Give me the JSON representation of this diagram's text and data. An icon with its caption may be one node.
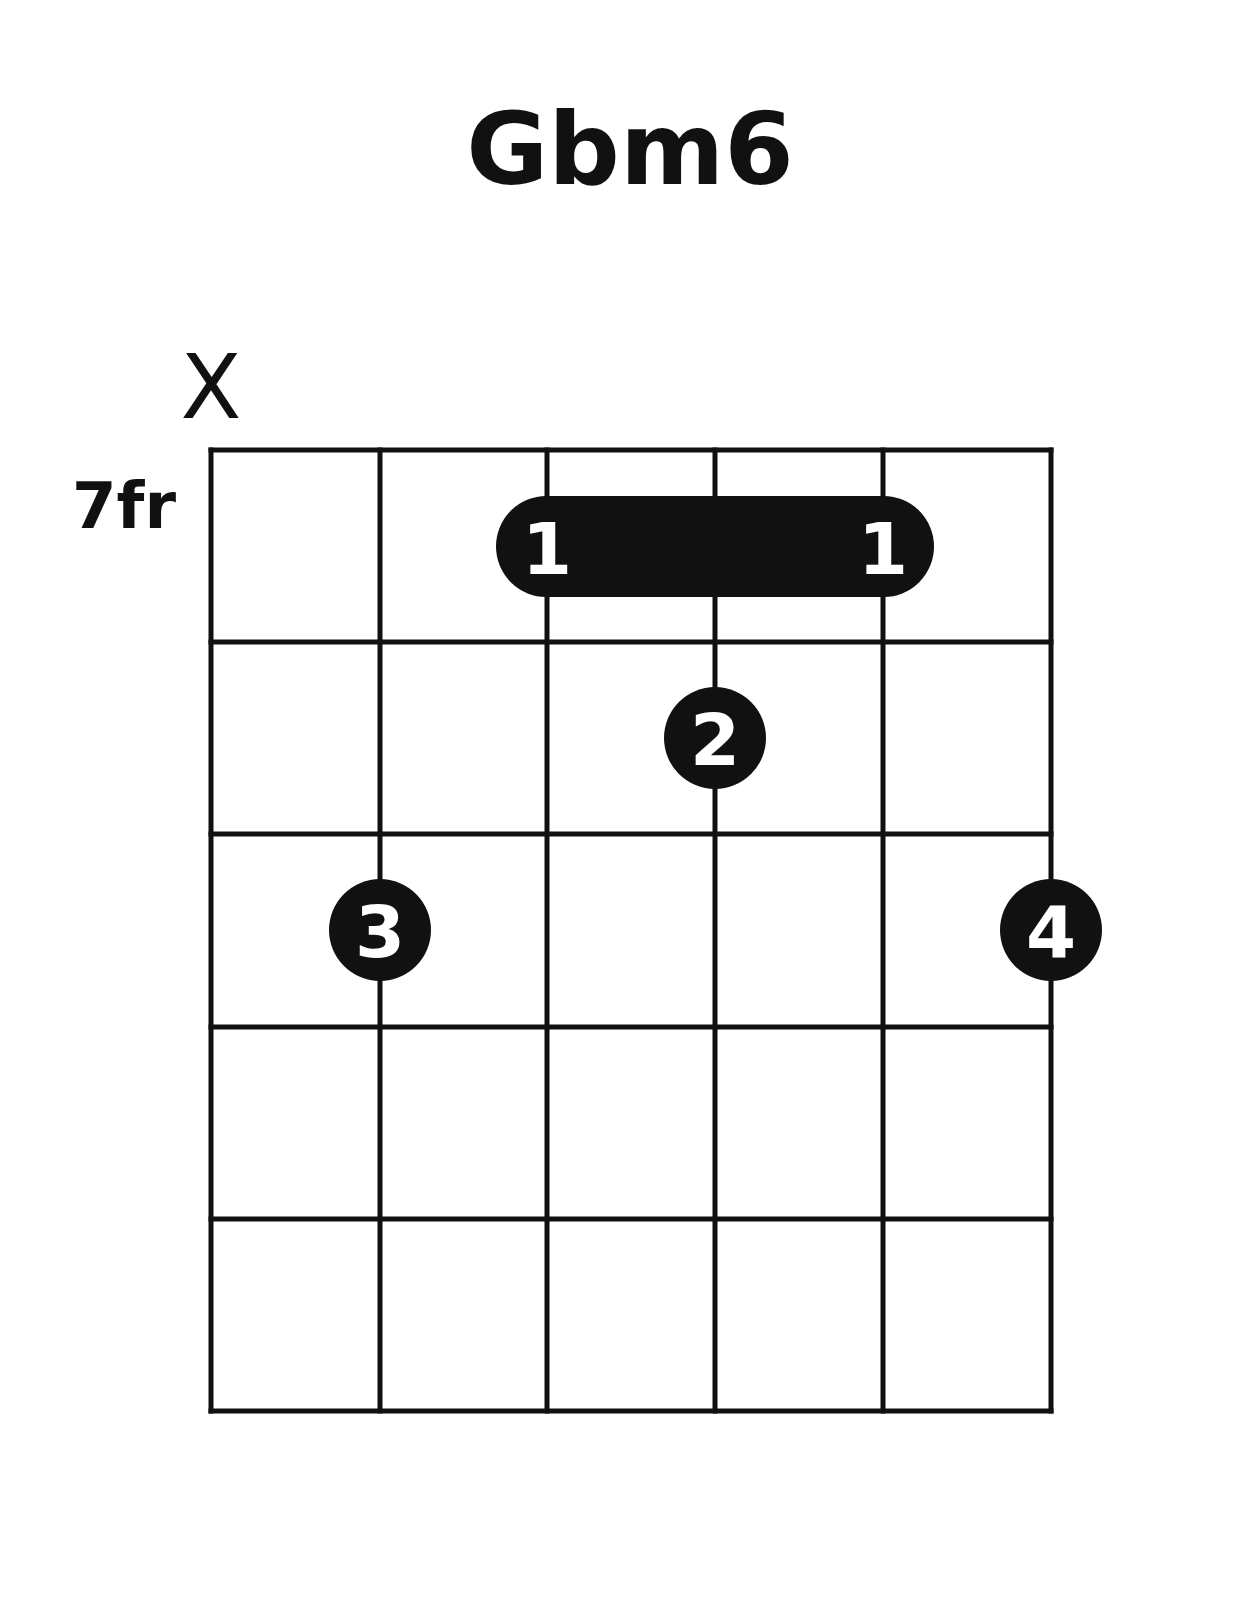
{
  "diagram": {
    "title": "Gbm6",
    "nodes": [
      {
        "text": [
          "1",
          "1"
        ]
      },
      {
        "text": [
          "2"
        ]
      },
      {
        "text": [
          "3"
        ]
      },
      {
        "text": [
          "4"
        ]
      }
    ],
    "labels": [
      "X",
      "7fr"
    ]
  }
}
